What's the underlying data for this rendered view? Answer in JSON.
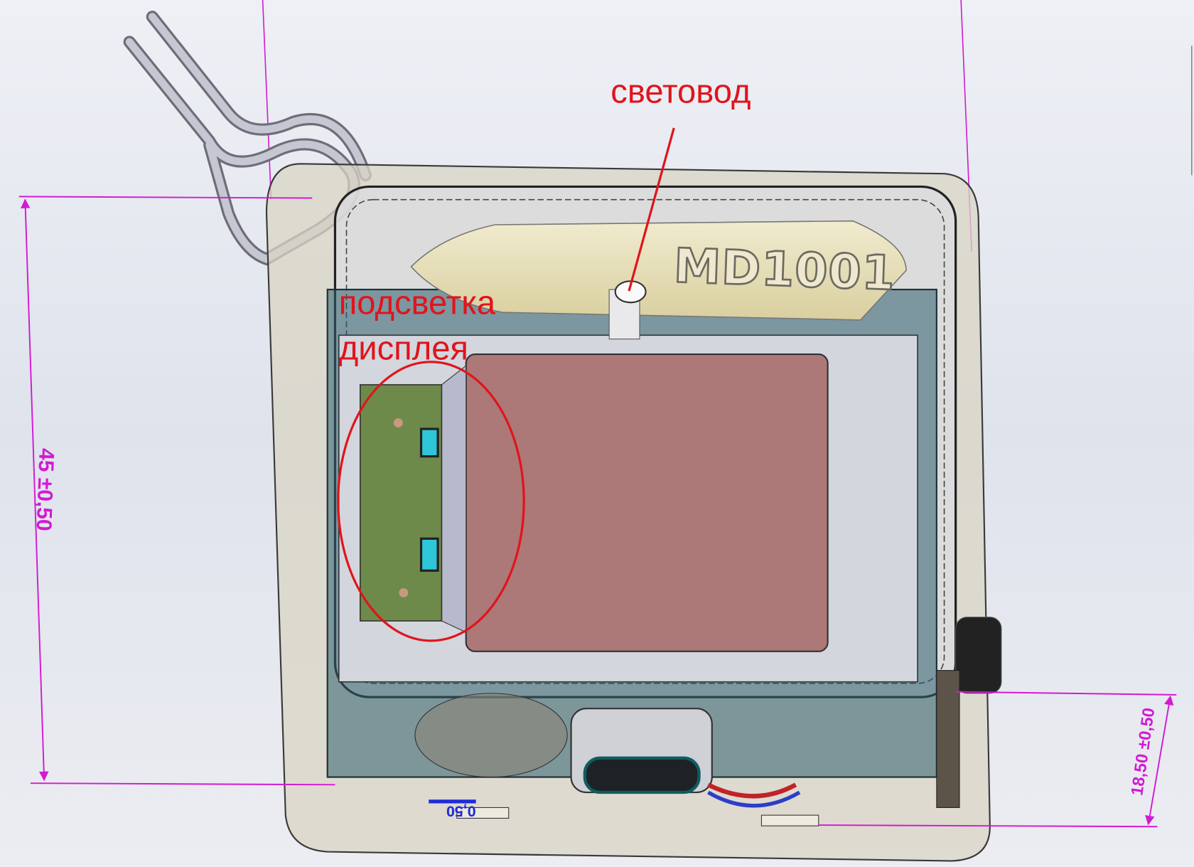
{
  "annotations": {
    "light_guide": "световод",
    "backlight_line1": "подсветка",
    "backlight_line2": "дисплея"
  },
  "model_text": "MD1001",
  "dimensions": {
    "height": "45 ±0,50",
    "depth": "18,50 ±0,50",
    "flatness": "0,50"
  },
  "colors": {
    "annotation": "#e0141c",
    "dimension": "#d21ad2",
    "display": "#ad7878",
    "pcb": "#2e5e6e",
    "backlight_pcb": "#6e8a4a"
  }
}
